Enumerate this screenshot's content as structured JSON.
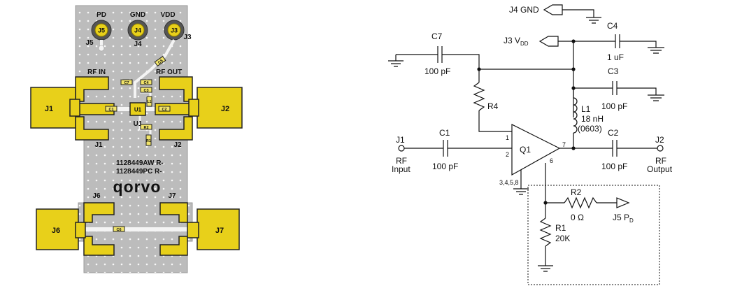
{
  "board": {
    "top_connectors": [
      {
        "ref": "J5",
        "label": "PD"
      },
      {
        "ref": "J4",
        "label": "GND"
      },
      {
        "ref": "J3",
        "label": "VDD"
      }
    ],
    "connector_refs": {
      "j5": "J5",
      "j4": "J4",
      "j3": "J3"
    },
    "rf_in_label": "RF  IN",
    "rf_out_label": "RF  OUT",
    "j1": "J1",
    "j2": "J2",
    "j6": "J6",
    "j7": "J7",
    "u1": "U1",
    "parts": [
      "C7",
      "C4",
      "C3",
      "C5",
      "L1",
      "R2",
      "R1",
      "C1",
      "C2",
      "C6"
    ],
    "u1_chip": "U1",
    "part_numbers": [
      "1128449AW  R-",
      "1128449PC  R-"
    ],
    "brand": "qorvo"
  },
  "schematic": {
    "j4_gnd": "J4 GND",
    "j3_vdd_main": "J3 V",
    "j3_vdd_sub": "DD",
    "c7": "C7",
    "c7_val": "100 pF",
    "c4": "C4",
    "c4_val": "1 uF",
    "c3": "C3",
    "c3_val": "100 pF",
    "r4": "R4",
    "l1": "L1",
    "l1_val": "18 nH",
    "l1_pkg": "(0603)",
    "j1": "J1",
    "rf_input_1": "RF",
    "rf_input_2": "Input",
    "c1": "C1",
    "c1_val": "100 pF",
    "q1": "Q1",
    "pin1": "1",
    "pin2": "2",
    "pin7": "7",
    "pin6": "6",
    "pin_gnd": "3,4,5,8",
    "c2": "C2",
    "c2_val": "100 pF",
    "j2": "J2",
    "rf_output_1": "RF",
    "rf_output_2": "Output",
    "r2": "R2",
    "r2_val": "0 Ω",
    "j5_pd_main": "J5 P",
    "j5_pd_sub": "D",
    "r1": "R1",
    "r1_val": "20K"
  }
}
